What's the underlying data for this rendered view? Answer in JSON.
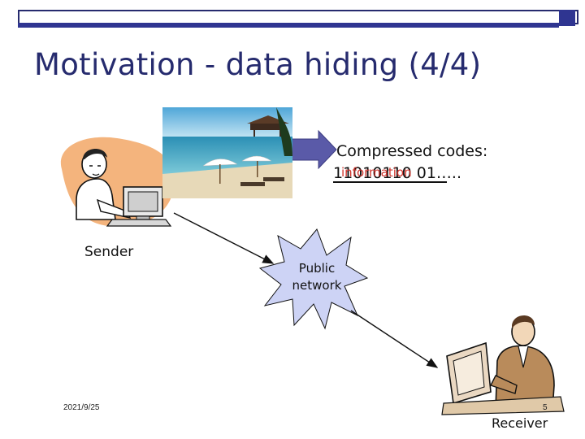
{
  "slide": {
    "title": "Motivation - data hiding (4/4)",
    "compressed_codes_label": "Compressed codes:",
    "compressed_codes_bits": "11010110 01…..",
    "hidden_info_label": "information",
    "sender_label": "Sender",
    "public_network_line1": "Public",
    "public_network_line2": "network",
    "receiver_label": "Receiver",
    "date": "2021/9/25",
    "page_number": "5"
  },
  "colors": {
    "title": "#262b6e",
    "bar": "#2f3591",
    "arrow_fill": "#5a5aa8",
    "hidden_info_text": "#d0342c",
    "starburst_fill": "#cdd3f5"
  }
}
